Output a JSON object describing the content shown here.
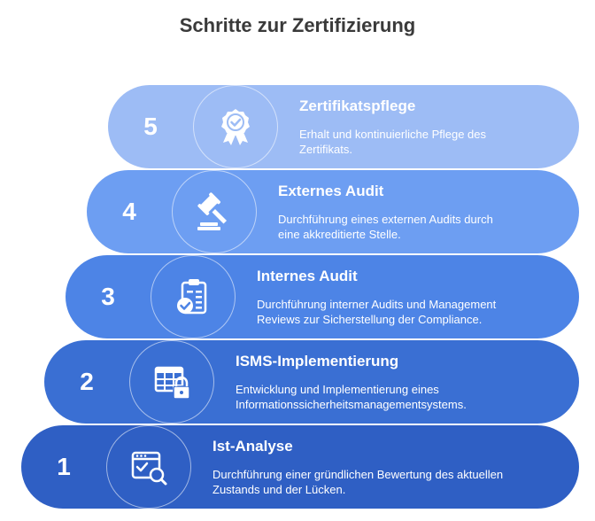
{
  "title": "Schritte zur Zertifizierung",
  "steps": [
    {
      "number": "5",
      "title": "Zertifikatspflege",
      "desc_line1": "Erhalt und kontinuierliche Pflege des",
      "desc_line2": "Zertifikats.",
      "icon": "award-ribbon-icon",
      "color": "#9dbcf5"
    },
    {
      "number": "4",
      "title": "Externes Audit",
      "desc_line1": "Durchführung eines externen Audits durch",
      "desc_line2": "eine akkreditierte Stelle.",
      "icon": "gavel-icon",
      "color": "#6d9ef2"
    },
    {
      "number": "3",
      "title": "Internes Audit",
      "desc_line1": "Durchführung interner Audits und Management",
      "desc_line2": "Reviews zur Sicherstellung der Compliance.",
      "icon": "clipboard-check-icon",
      "color": "#4d84e6"
    },
    {
      "number": "2",
      "title": "ISMS-Implementierung",
      "desc_line1": "Entwicklung und Implementierung eines",
      "desc_line2": "Informationssicherheitsmanagementsystems.",
      "icon": "table-lock-icon",
      "color": "#3a6fd3"
    },
    {
      "number": "1",
      "title": "Ist-Analyse",
      "desc_line1": "Durchführung einer gründlichen Bewertung des aktuellen",
      "desc_line2": "Zustands und der Lücken.",
      "icon": "calendar-search-icon",
      "color": "#2f5fc4"
    }
  ]
}
